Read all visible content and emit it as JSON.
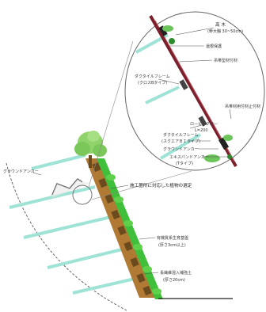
{
  "labels": {
    "tree_name": "高 木",
    "tree_spec": "(幹大胸 30~50cm)",
    "root_protection": "還根保護",
    "anchor_member": "吊帯型材付材",
    "ductile_frame_cross": "ダクタイルフレーム",
    "ductile_frame_cross_type": "(クロスBタイプ)",
    "anchor_right_top": "吊帯材用付材止付材",
    "roping": "ロ—ピングバ—",
    "roping_length": "L=200",
    "ductile_frame_square": "ダクタイルフレーム",
    "ductile_frame_square_type": "(スクエアＢＩタイプ)",
    "ground_anchor_circle": "グラウンドアンカー",
    "expand_anchor": "エキスパンドアンカー",
    "expand_anchor_type": "(Tタイプ)",
    "ground_anchor_left": "グラウンドアンカー",
    "planting_selection": "施工箇所に対応した植物の選定",
    "organic_base": "有機質系生育基盤",
    "organic_base_thickness": "(厚さ3cm以上)",
    "fiber_soil": "長繊維混入補強土",
    "fiber_soil_thickness": "(厚さ20cm)"
  },
  "colors": {
    "anchor_cyan": "#9fe3d6",
    "frame_maroon": "#7a1f2b",
    "vegetation_green": "#3fbf3a",
    "tree_canopy": "#8fd36a",
    "soil_brown": "#b07a34",
    "line_dark": "#333333"
  },
  "icons": {
    "tree": "tree-icon",
    "slope": "slope-section"
  }
}
